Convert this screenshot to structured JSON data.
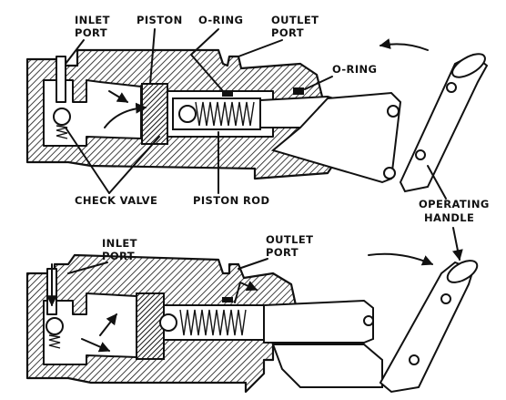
{
  "labels": {
    "top_inlet_1": "INLET",
    "top_inlet_2": "PORT",
    "top_piston": "PISTON",
    "top_oring_1": "O-RING",
    "top_outlet_1": "OUTLET",
    "top_outlet_2": "PORT",
    "top_oring_2": "O-RING",
    "check_valve": "CHECK VALVE",
    "piston_rod": "PISTON ROD",
    "handle_1": "OPERATING",
    "handle_2": "HANDLE",
    "bot_inlet_1": "INLET",
    "bot_inlet_2": "PORT",
    "bot_outlet_1": "OUTLET",
    "bot_outlet_2": "PORT"
  }
}
